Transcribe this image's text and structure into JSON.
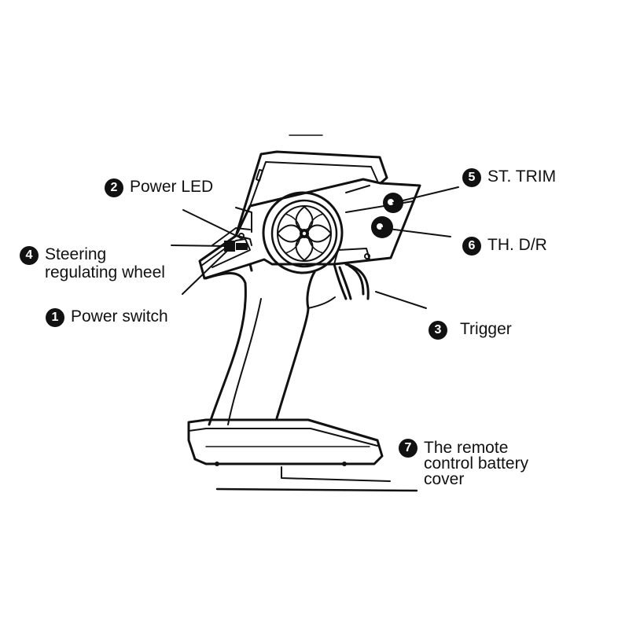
{
  "diagram": {
    "colors": {
      "ink": "#111111",
      "paper": "#ffffff"
    },
    "callouts": [
      {
        "number": "1",
        "lines": [
          "Power switch"
        ]
      },
      {
        "number": "2",
        "lines": [
          "Power LED"
        ]
      },
      {
        "number": "3",
        "lines": [
          "Trigger"
        ]
      },
      {
        "number": "4",
        "lines": [
          "Steering",
          "regulating wheel"
        ]
      },
      {
        "number": "5",
        "lines": [
          "ST. TRIM"
        ]
      },
      {
        "number": "6",
        "lines": [
          "TH. D/R"
        ]
      },
      {
        "number": "7",
        "lines": [
          "The remote",
          "control battery",
          "cover"
        ]
      }
    ]
  }
}
